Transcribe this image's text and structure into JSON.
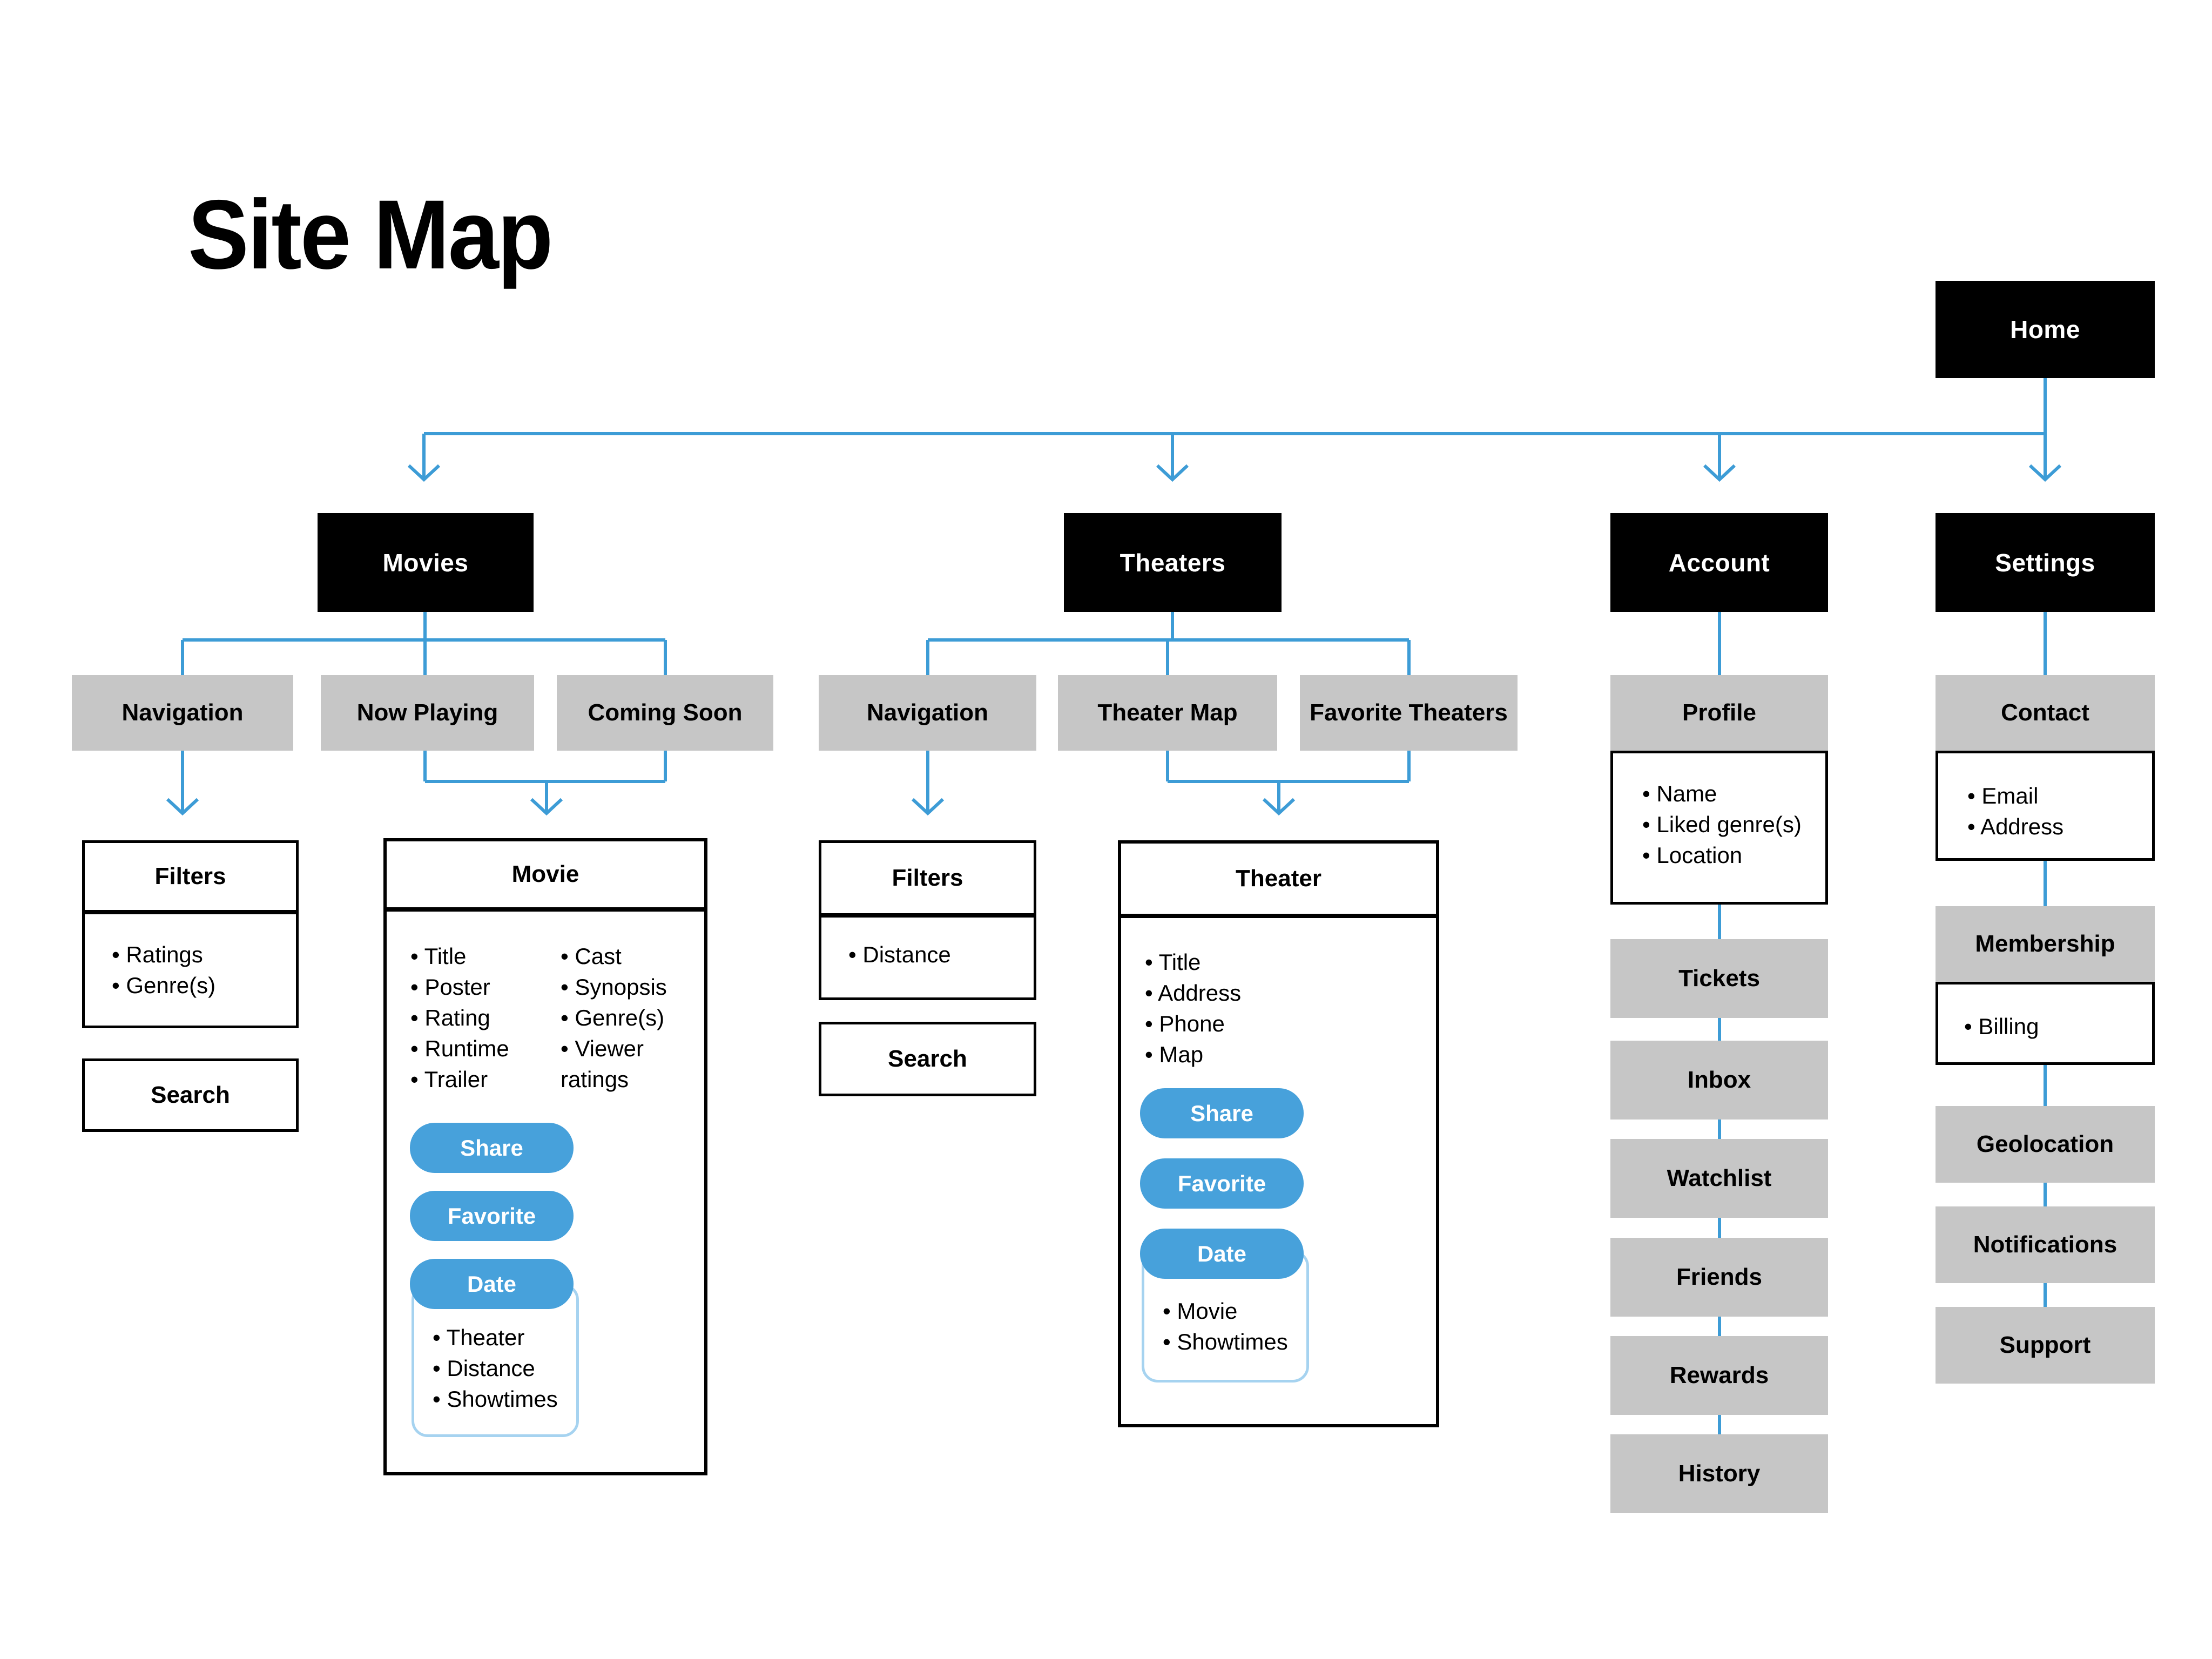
{
  "title": "Site Map",
  "colors": {
    "connector_blue": "#3D9CD6",
    "pill_blue": "#47A1DB",
    "pill_outline_blue": "#A6D3F0",
    "gray_box": "#C6C6C6",
    "black_box": "#000000"
  },
  "home": {
    "label": "Home"
  },
  "movies": {
    "label": "Movies",
    "nav": {
      "label": "Navigation"
    },
    "now_playing": {
      "label": "Now Playing"
    },
    "coming_soon": {
      "label": "Coming Soon"
    },
    "filters": {
      "title": "Filters",
      "items": [
        "Ratings",
        "Genre(s)"
      ]
    },
    "search": {
      "label": "Search"
    },
    "movie_card": {
      "title": "Movie",
      "details_left": [
        "Title",
        "Poster",
        "Rating",
        "Runtime",
        "Trailer"
      ],
      "details_right": [
        "Cast",
        "Synopsis",
        "Genre(s)",
        "Viewer",
        "ratings"
      ],
      "share": "Share",
      "favorite": "Favorite",
      "date": "Date",
      "date_items": [
        "Theater",
        "Distance",
        "Showtimes"
      ]
    }
  },
  "theaters": {
    "label": "Theaters",
    "nav": {
      "label": "Navigation"
    },
    "theater_map": {
      "label": "Theater Map"
    },
    "favorite_theaters": {
      "label": "Favorite Theaters"
    },
    "filters": {
      "title": "Filters",
      "items": [
        "Distance"
      ]
    },
    "search": {
      "label": "Search"
    },
    "theater_card": {
      "title": "Theater",
      "details": [
        "Title",
        "Address",
        "Phone",
        "Map"
      ],
      "share": "Share",
      "favorite": "Favorite",
      "date": "Date",
      "date_items": [
        "Movie",
        "Showtimes"
      ]
    }
  },
  "account": {
    "label": "Account",
    "profile": {
      "label": "Profile",
      "items": [
        "Name",
        "Liked genre(s)",
        "Location"
      ]
    },
    "pages": [
      "Tickets",
      "Inbox",
      "Watchlist",
      "Friends",
      "Rewards",
      "History"
    ]
  },
  "settings": {
    "label": "Settings",
    "contact": {
      "label": "Contact",
      "items": [
        "Email",
        "Address"
      ]
    },
    "membership": {
      "label": "Membership",
      "items": [
        "Billing"
      ]
    },
    "pages": [
      "Geolocation",
      "Notifications",
      "Support"
    ]
  }
}
